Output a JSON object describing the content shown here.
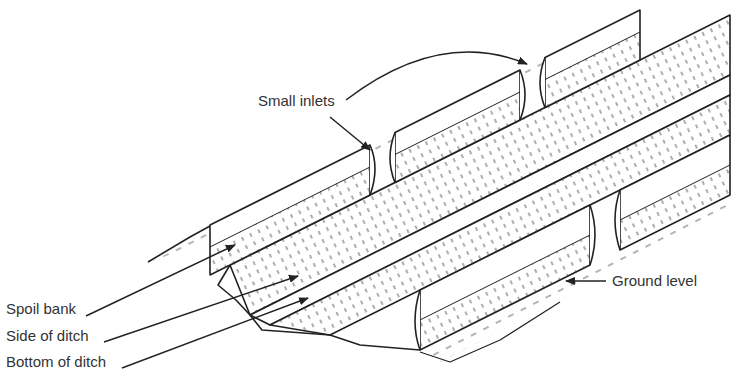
{
  "diagram": {
    "labels": [
      "Small inlets",
      "Spoil bank",
      "Side of ditch",
      "Bottom of ditch",
      "Ground level"
    ]
  }
}
